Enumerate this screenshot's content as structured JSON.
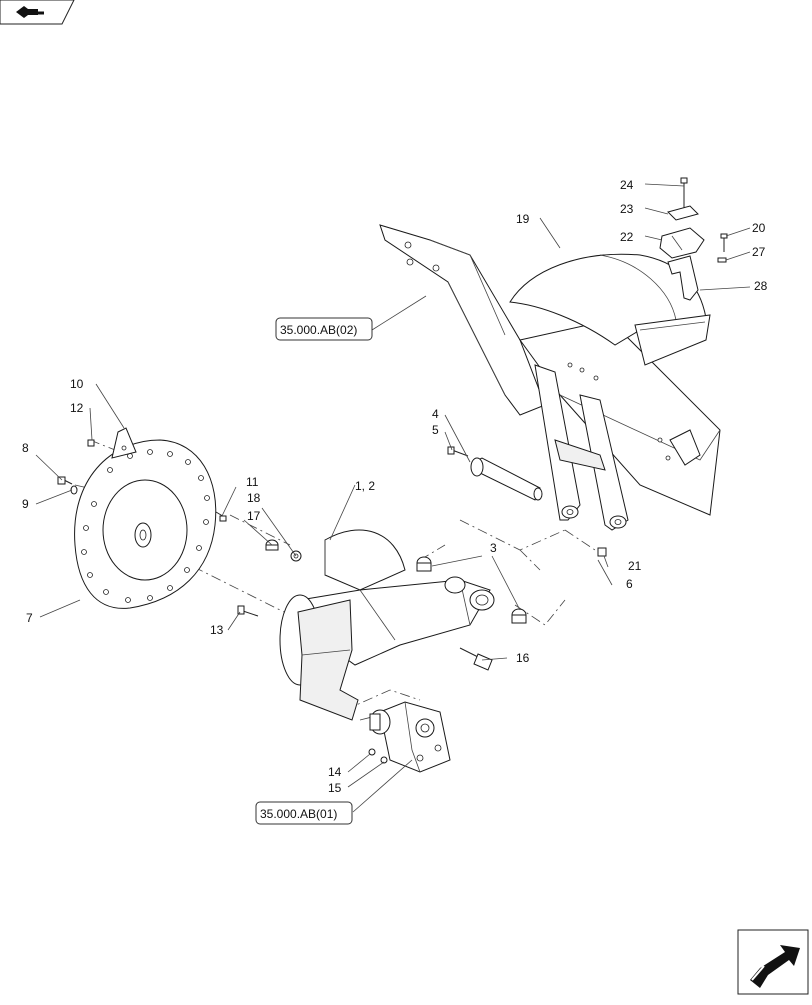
{
  "callouts": {
    "c1_2": "1, 2",
    "c3": "3",
    "c4": "4",
    "c5": "5",
    "c6": "6",
    "c7": "7",
    "c8": "8",
    "c9": "9",
    "c10": "10",
    "c11": "11",
    "c12": "12",
    "c13": "13",
    "c14": "14",
    "c15": "15",
    "c16": "16",
    "c17": "17",
    "c18": "18",
    "c19": "19",
    "c20": "20",
    "c21": "21",
    "c22": "22",
    "c23": "23",
    "c24": "24",
    "c27": "27",
    "c28": "28"
  },
  "references": {
    "upper": "35.000.AB(02)",
    "lower": "35.000.AB(01)"
  },
  "icons": {
    "top_left": "nav-arrow-icon",
    "bottom_right": "next-page-arrow-icon"
  }
}
